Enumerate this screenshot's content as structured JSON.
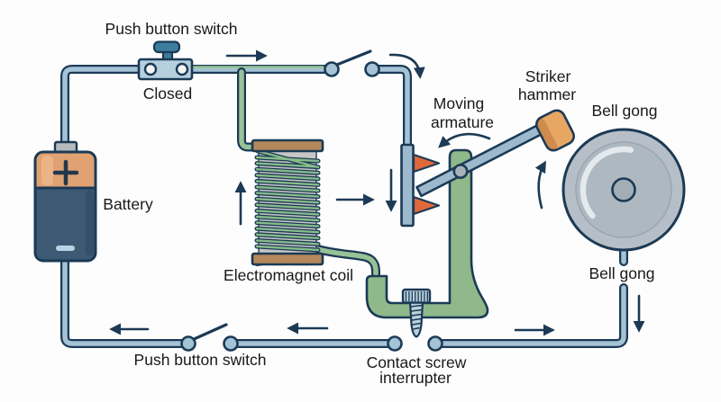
{
  "diagram": {
    "labels": {
      "push_button_switch_top": "Push button switch",
      "switch_state": "Closed",
      "battery": "Battery",
      "electromagnet_coil": "Electromagnet coil",
      "moving_armature_l1": "Moving",
      "moving_armature_l2": "armature",
      "striker_hammer_l1": "Striker",
      "striker_hammer_l2": "hammer",
      "bell_gong_top": "Bell gong",
      "bell_gong_bottom": "Bell gong",
      "contact_screw_l1": "Contact screw",
      "contact_screw_l2": "interrupter",
      "push_button_switch_bottom": "Push button switch"
    },
    "colors": {
      "outline": "#1c3a55",
      "wire_blue": "#a5c3d6",
      "wire_green": "#98c298",
      "coil_winding_green": "#86bb8a",
      "coil_cap_brown": "#b5885a",
      "coil_core_gray": "#c6c6c6",
      "armature_green": "#8fb98b",
      "metal_blue": "#9cb9cd",
      "pole_tip_orange": "#e0693a",
      "hammer_orange": "#e7a763",
      "hammer_shadow": "#cf8b4d",
      "bell_gray": "#b6bfc7",
      "bell_inner_gray": "#aeb8c0",
      "battery_top_orange": "#e0a272",
      "battery_body_blue": "#3d5a75",
      "switch_body_blue": "#b6cfdf",
      "button_teal": "#3c7d9e",
      "text": "#191919"
    }
  }
}
